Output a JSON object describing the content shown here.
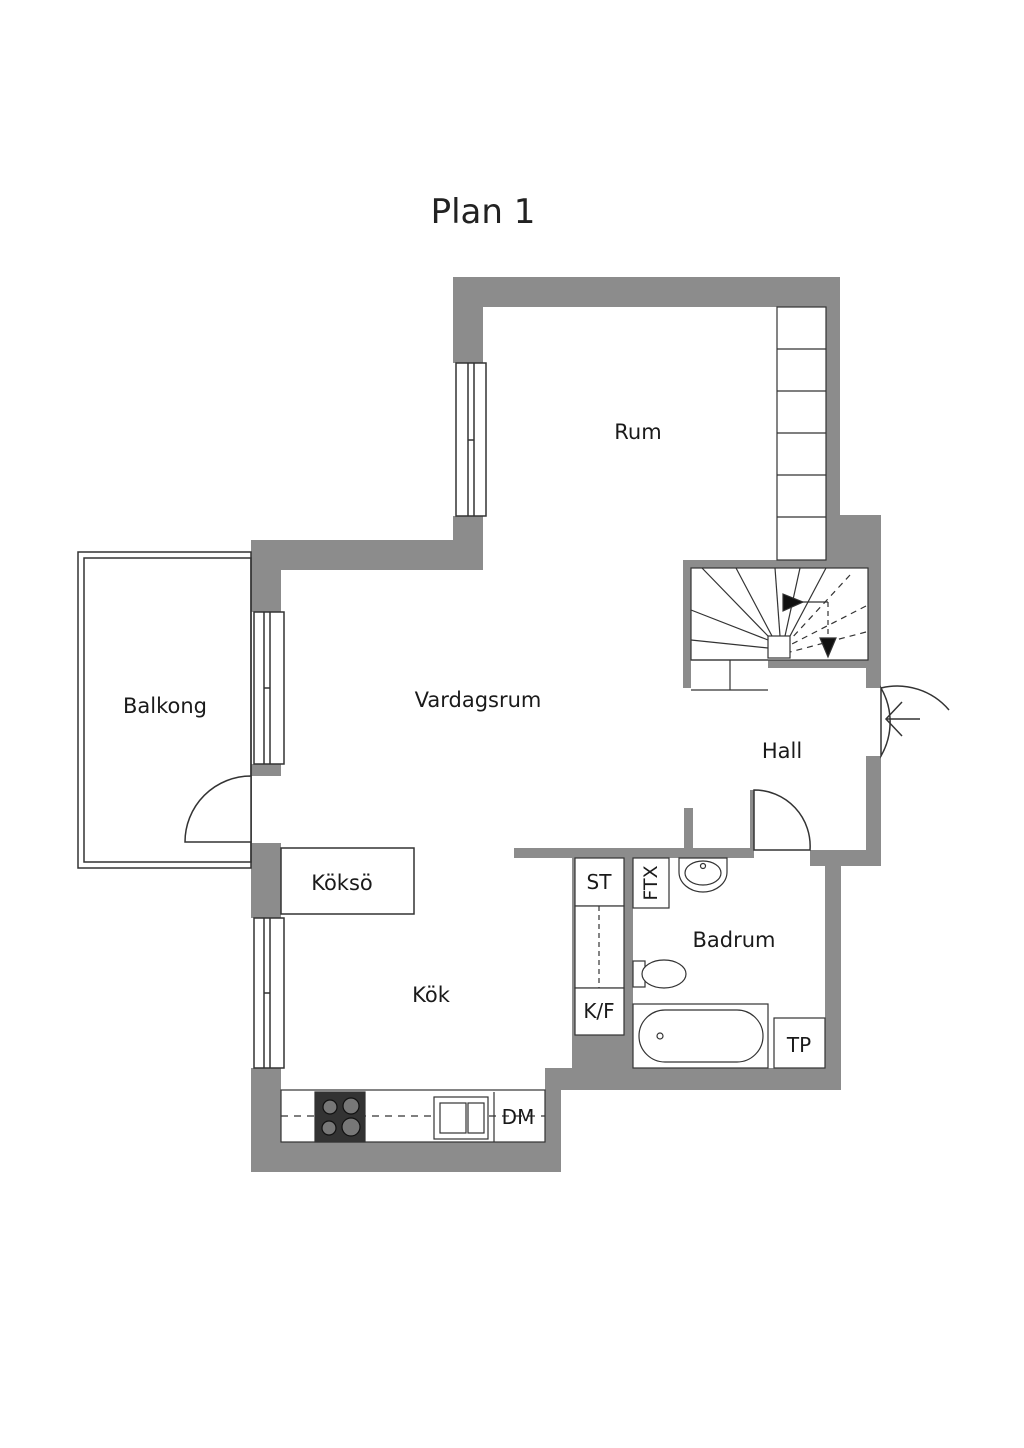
{
  "title": "Plan 1",
  "rooms": {
    "rum": "Rum",
    "vardagsrum": "Vardagsrum",
    "balkong": "Balkong",
    "hall": "Hall",
    "kokso": "Köksö",
    "kok": "Kök",
    "badrum": "Badrum"
  },
  "fixtures": {
    "st": "ST",
    "ftx": "FTX",
    "kf": "K/F",
    "tp": "TP",
    "dm": "DM"
  },
  "colors": {
    "wall": "#8c8c8c",
    "line": "#333333",
    "background": "#ffffff"
  }
}
